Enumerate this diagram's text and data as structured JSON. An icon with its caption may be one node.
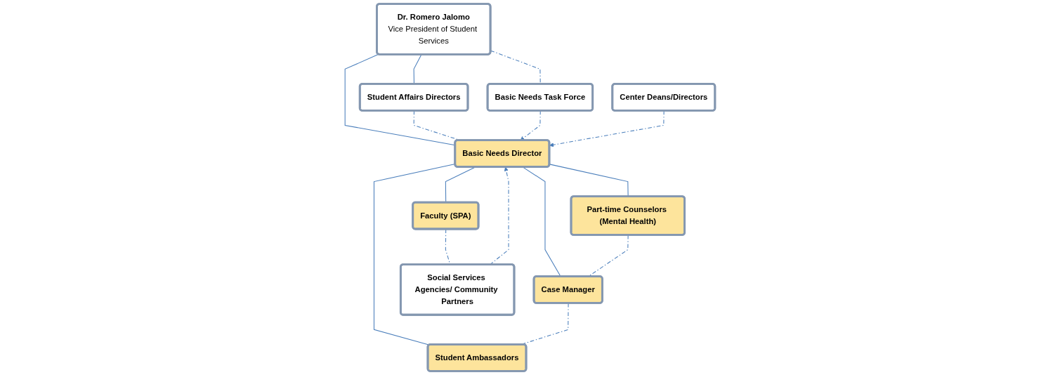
{
  "diagram": {
    "nodes": [
      {
        "text": [
          "Dr. Romero Jalomo",
          "Vice President of Student Services"
        ]
      },
      {
        "text": [
          "Basic Needs Task Force"
        ]
      },
      {
        "text": [
          "Student Affairs Directors"
        ]
      },
      {
        "text": [
          "Basic Needs Director"
        ]
      },
      {
        "text": [
          "Center Deans/Directors"
        ]
      },
      {
        "text": [
          "Part-time Counselors (Mental Health)"
        ]
      },
      {
        "text": [
          "Case Manager"
        ]
      },
      {
        "text": [
          "Student Ambassadors"
        ]
      },
      {
        "text": [
          "Faculty (SPA)"
        ]
      },
      {
        "text": [
          "Social Services Agencies/ Community Partners"
        ]
      }
    ],
    "edges": [
      {
        "from": 0,
        "to": 1,
        "arrow": "none",
        "style": "dashed"
      },
      {
        "from": 0,
        "to": 2,
        "arrow": "none"
      },
      {
        "from": 0,
        "to": 3,
        "arrow": "none"
      },
      {
        "from": 2,
        "to": 3,
        "arrow": "none",
        "style": "dashed"
      },
      {
        "from": 1,
        "to": 3,
        "arrow": "to",
        "style": "dashed"
      },
      {
        "from": 4,
        "to": 3,
        "arrow": "to",
        "style": "dashed"
      },
      {
        "from": 9,
        "to": 3,
        "arrow": "to",
        "style": "dashed"
      },
      {
        "from": 3,
        "to": 5,
        "arrow": "none"
      },
      {
        "from": 3,
        "to": 6,
        "arrow": "none"
      },
      {
        "from": 3,
        "to": 7,
        "arrow": "none"
      },
      {
        "from": 3,
        "to": 8,
        "arrow": "none"
      },
      {
        "from": 5,
        "to": 6,
        "arrow": "none",
        "style": "dashed"
      },
      {
        "from": 6,
        "to": 7,
        "arrow": "none",
        "style": "dashed"
      },
      {
        "from": 8,
        "to": 9,
        "arrow": "none",
        "style": "dashed"
      }
    ]
  }
}
